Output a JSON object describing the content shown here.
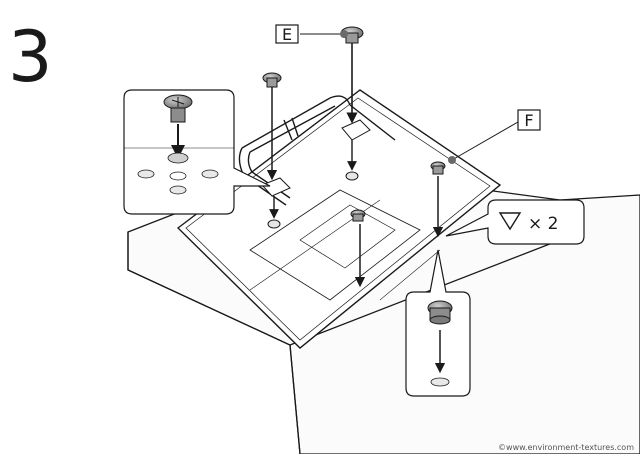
{
  "step": {
    "number": "3"
  },
  "labels": {
    "E": "E",
    "F": "F",
    "quantity": "× 2"
  },
  "icons": {
    "quantity_marker": "triangle-down-outline-icon"
  },
  "footer": {
    "copyright": "©www.environment-textures.com"
  },
  "colors": {
    "ink": "#1a1a1a",
    "screw_gray": "#8c8c8c",
    "paper": "#ffffff"
  }
}
